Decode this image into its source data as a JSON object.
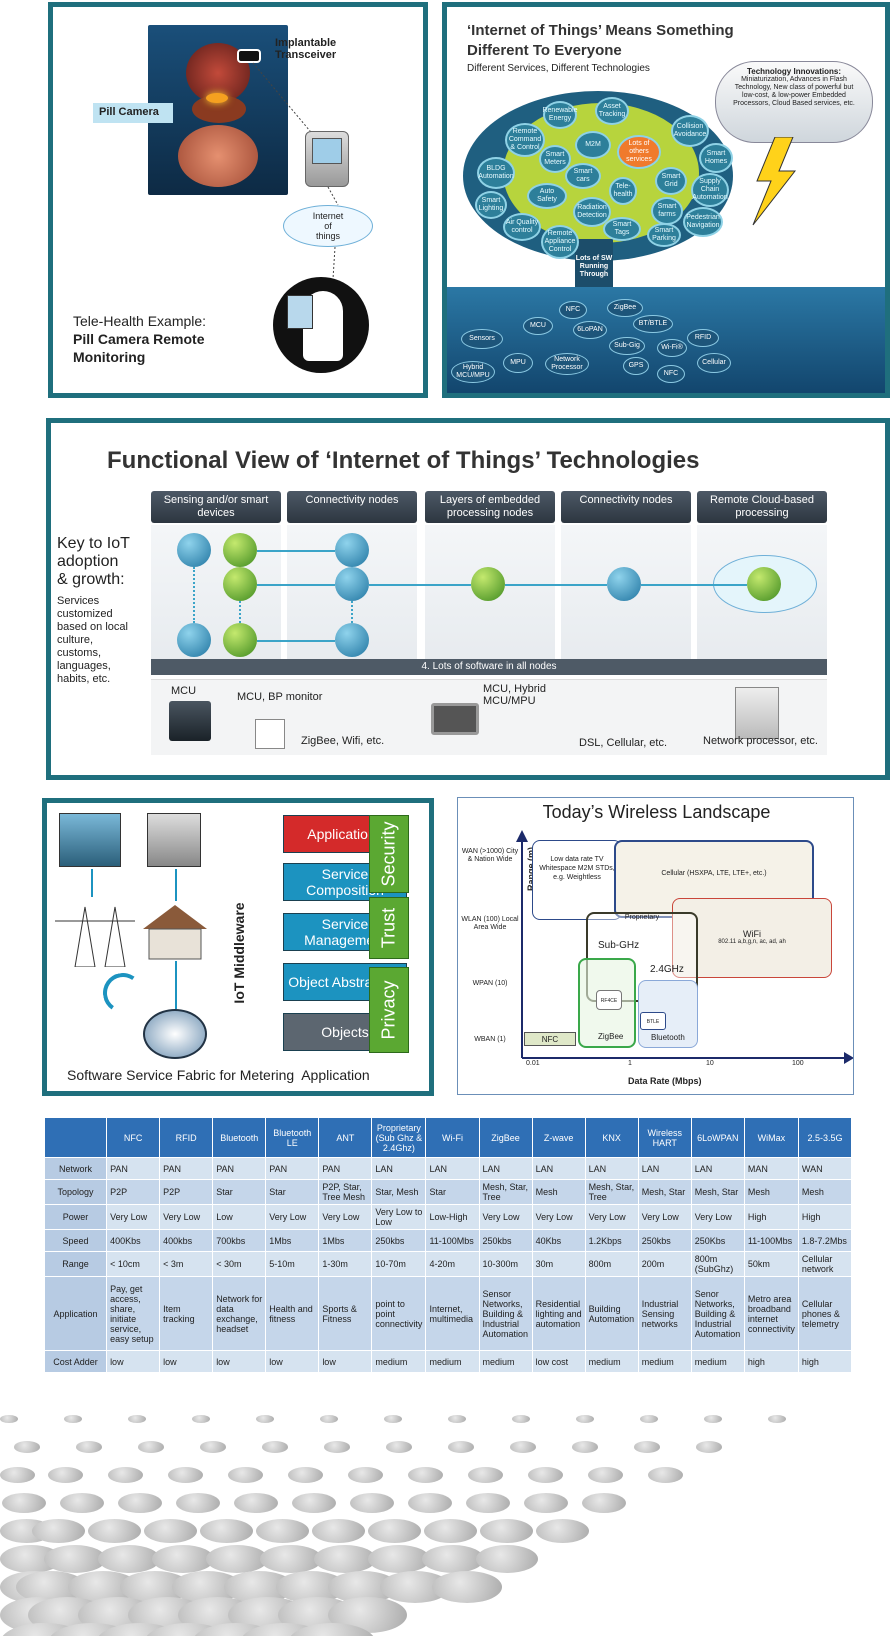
{
  "panel1": {
    "implant_label_1": "Implantable",
    "implant_label_2": "Transceiver",
    "pill_label": "Pill Camera",
    "cloud_1": "Internet",
    "cloud_2": "of",
    "cloud_3": "things",
    "caption_1": "Tele-Health Example:",
    "caption_2": "Pill Camera Remote",
    "caption_3": "Monitoring"
  },
  "panel2": {
    "title_1": "‘Internet of Things’ Means Something",
    "title_2": "Different To Everyone",
    "subtitle": "Different Services, Different Technologies",
    "cloud_head": "Technology Innovations:",
    "cloud_body": "Miniaturization, Advances in Flash Technology, New class of powerful but low-cost, & low-power Embedded Processors, Cloud Based services, etc.",
    "trunk": "Lots of SW Running Through",
    "tree_items": [
      "Renewable Energy",
      "Asset Tracking",
      "Remote Command & Control",
      "M2M",
      "Lots of others services",
      "Collision Avoidance",
      "Smart Meters",
      "Smart Homes",
      "BLDG Automation",
      "Smart cars",
      "Smart Grid",
      "Auto Safety",
      "Tele-health",
      "Supply Chain Automation",
      "Smart Lighting",
      "Radiation Detection",
      "Smart farms",
      "Air Quality control",
      "Smart Tags",
      "Pedestrian Navigation",
      "Remote Appliance Control",
      "Smart Parking"
    ],
    "root_items": [
      "NFC",
      "ZigBee",
      "MCU",
      "6LoPAN",
      "BT/BTLE",
      "Sensors",
      "Sub-Gig",
      "Wi-Fi®",
      "RFID",
      "Hybrid MCU/MPU",
      "MPU",
      "Network Processor",
      "GPS",
      "Cellular",
      "NFC"
    ]
  },
  "panel3": {
    "title": "Functional View of ‘Internet of Things’ Technologies",
    "columns": [
      "Sensing and/or smart devices",
      "Connectivity nodes",
      "Layers of embedded processing nodes",
      "Connectivity nodes",
      "Remote Cloud-based processing"
    ],
    "key_1": "Key to IoT",
    "key_2": "adoption",
    "key_3": "& growth:",
    "key_small": [
      "Services",
      "customized",
      "based on local",
      "culture,",
      "customs,",
      "languages,",
      "habits, etc."
    ],
    "bar": "4. Lots of software in all nodes",
    "bottom": {
      "mcu": "MCU",
      "mcu_bp": "MCU, BP monitor",
      "hybrid_1": "MCU, Hybrid",
      "hybrid_2": "MCU/MPU",
      "zigbee": "ZigBee, Wifi, etc.",
      "dsl": "DSL, Cellular, etc.",
      "netproc": "Network processor, etc."
    }
  },
  "panel4": {
    "middleware": "IoT Middleware",
    "boxes": [
      "Applications",
      "Service Composition",
      "Service Management",
      "Object Abstraction",
      "Objects"
    ],
    "side": [
      "Security",
      "Trust",
      "Privacy"
    ],
    "caption": "Software Service Fabric for Metering  Application"
  },
  "panel5": {
    "title": "Today’s Wireless Landscape",
    "ylabel": "Range (m)",
    "xlabel": "Data Rate (Mbps)",
    "y_ticks": [
      "WAN (>1000) City & Nation Wide",
      "WLAN (100) Local Area Wide",
      "WPAN (10)",
      "WBAN (1)"
    ],
    "x_ticks": [
      "0.01",
      "1",
      "10",
      "100"
    ],
    "zones": {
      "lowrate": "Low data rate TV Whitespace M2M STDs, e.g. Weightless",
      "cellular": "Cellular (HSXPA, LTE, LTE+, etc.)",
      "proprietary": "Proprietary",
      "subghz": "Sub-GHz",
      "wifi": "WiFi",
      "wifi_std": "802.11 a,b,g,n, ac, ad, ah",
      "ghz24": "2.4GHz",
      "rf4ce": "RF4CE",
      "btle": "BTLE",
      "zigbee": "ZigBee",
      "bluetooth": "Bluetooth",
      "nfc": "NFC"
    }
  },
  "table": {
    "headers": [
      "",
      "NFC",
      "RFID",
      "Bluetooth",
      "Bluetooth LE",
      "ANT",
      "Proprietary (Sub Ghz & 2.4Ghz)",
      "Wi-Fi",
      "ZigBee",
      "Z-wave",
      "KNX",
      "Wireless HART",
      "6LoWPAN",
      "WiMax",
      "2.5-3.5G"
    ],
    "rows": [
      [
        "Network",
        "PAN",
        "PAN",
        "PAN",
        "PAN",
        "PAN",
        "LAN",
        "LAN",
        "LAN",
        "LAN",
        "LAN",
        "LAN",
        "LAN",
        "MAN",
        "WAN"
      ],
      [
        "Topology",
        "P2P",
        "P2P",
        "Star",
        "Star",
        "P2P, Star, Tree Mesh",
        "Star, Mesh",
        "Star",
        "Mesh, Star, Tree",
        "Mesh",
        "Mesh, Star, Tree",
        "Mesh, Star",
        "Mesh, Star",
        "Mesh",
        "Mesh"
      ],
      [
        "Power",
        "Very Low",
        "Very Low",
        "Low",
        "Very Low",
        "Very Low",
        "Very Low to Low",
        "Low-High",
        "Very Low",
        "Very Low",
        "Very Low",
        "Very Low",
        "Very Low",
        "High",
        "High"
      ],
      [
        "Speed",
        "400Kbs",
        "400kbs",
        "700kbs",
        "1Mbs",
        "1Mbs",
        "250kbs",
        "11-100Mbs",
        "250kbs",
        "40Kbs",
        "1.2Kbps",
        "250kbs",
        "250Kbs",
        "11-100Mbs",
        "1.8-7.2Mbs"
      ],
      [
        "Range",
        "< 10cm",
        "< 3m",
        "< 30m",
        "5-10m",
        "1-30m",
        "10-70m",
        "4-20m",
        "10-300m",
        "30m",
        "800m",
        "200m",
        "800m (SubGhz)",
        "50km",
        "Cellular network"
      ],
      [
        "Application",
        "Pay, get access, share, initiate service, easy setup",
        "Item tracking",
        "Network for data exchange, headset",
        "Health and fitness",
        "Sports & Fitness",
        "point to point connectivity",
        "Internet, multimedia",
        "Sensor Networks, Building & Industrial Automation",
        "Residential lighting and automation",
        "Building Automation",
        "Industrial Sensing networks",
        "Senor Networks, Building & Industrial Automation",
        "Metro area broadband internet connectivity",
        "Cellular phones & telemetry"
      ],
      [
        "Cost Adder",
        "low",
        "low",
        "low",
        "low",
        "low",
        "medium",
        "medium",
        "medium",
        "low cost",
        "medium",
        "medium",
        "medium",
        "high",
        "high"
      ]
    ]
  },
  "colors": {
    "frame": "#1f6f7d",
    "blue_box": "#1c93c0",
    "red_box": "#d42a2a",
    "gray_box": "#5c6670",
    "green_box": "#5ba832",
    "table_head": "#2f6fb5"
  }
}
